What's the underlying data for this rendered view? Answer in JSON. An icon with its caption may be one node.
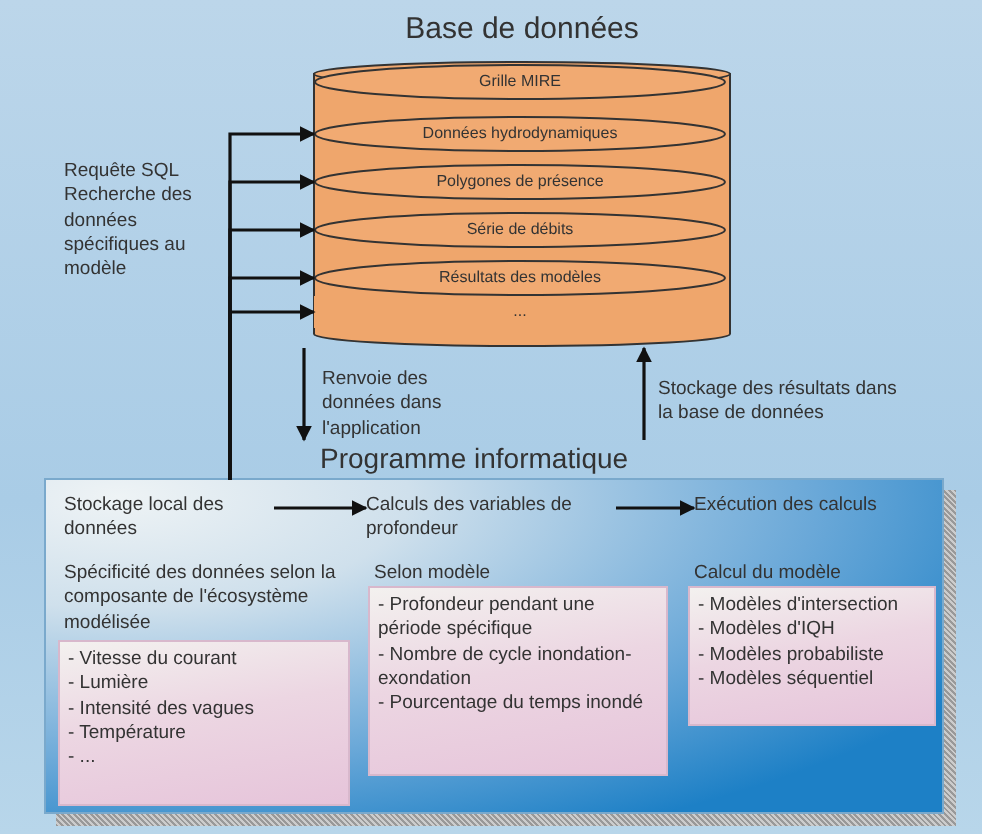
{
  "diagram": {
    "nodes": [
      {
        "text": [
          "Base de données"
        ]
      },
      {
        "text": [
          "Grille MIRE"
        ],
        "in": 0
      },
      {
        "text": [
          "Données hydrodynamiques"
        ],
        "in": 0
      },
      {
        "text": [
          "Polygones de présence"
        ],
        "in": 0
      },
      {
        "text": [
          "Série de débits"
        ],
        "in": 0
      },
      {
        "text": [
          "Résultats des modèles"
        ],
        "in": 0
      },
      {
        "text": [
          "..."
        ],
        "in": 0
      },
      {
        "text": [
          "Programme informatique"
        ]
      },
      {
        "text": [
          "Stockage local des données"
        ],
        "in": 7
      },
      {
        "text": [
          "Calculs des variables de profondeur"
        ],
        "in": 7
      },
      {
        "text": [
          "Exécution des calculs"
        ],
        "in": 7
      },
      {
        "text": [
          "Spécificité des données selon la composante de l'écosystème modélisée",
          "- Vitesse du courant",
          "- Lumière",
          "- Intensité des vagues",
          "- Température",
          "- ..."
        ],
        "in": 7
      },
      {
        "text": [
          "Selon modèle",
          "- Profondeur pendant une période spécifique",
          "- Nombre de cycle inondation-exondation",
          "- Pourcentage du temps inondé"
        ],
        "in": 7
      },
      {
        "text": [
          "Calcul du modèle",
          "- Modèles d'intersection",
          "- Modèles d'IQH",
          "- Modèles probabiliste",
          "- Modèles séquentiel"
        ],
        "in": 7
      }
    ],
    "edges": [
      {
        "from": 7,
        "to": 2,
        "arrow": "to",
        "label": "Requête SQL Recherche des données spécifiques au modèle"
      },
      {
        "from": 7,
        "to": 3,
        "arrow": "to"
      },
      {
        "from": 7,
        "to": 4,
        "arrow": "to"
      },
      {
        "from": 7,
        "to": 5,
        "arrow": "to"
      },
      {
        "from": 7,
        "to": 6,
        "arrow": "to"
      },
      {
        "from": 0,
        "to": 7,
        "arrow": "to",
        "label": "Renvoie des données dans l'application"
      },
      {
        "from": 7,
        "to": 0,
        "arrow": "to",
        "label": "Stockage des résultats dans la base de données"
      },
      {
        "from": 8,
        "to": 9,
        "arrow": "to"
      },
      {
        "from": 9,
        "to": 10,
        "arrow": "to"
      }
    ]
  }
}
